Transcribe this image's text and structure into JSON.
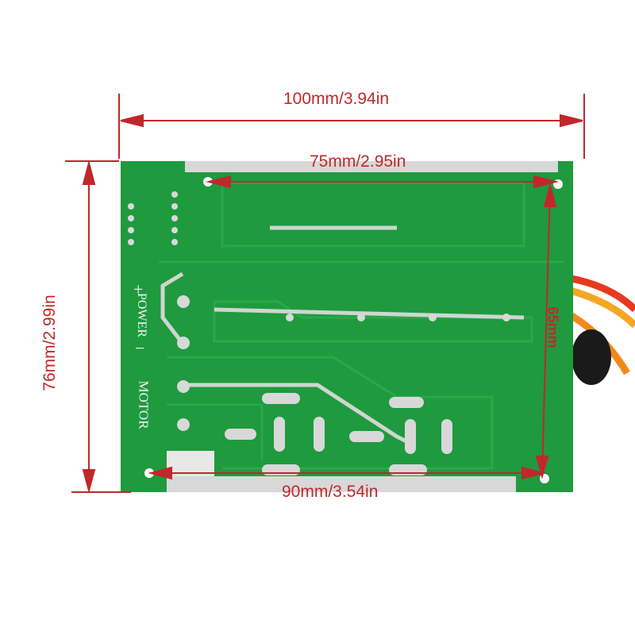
{
  "image": {
    "subject": "pcb-board",
    "colors": {
      "board": "#1f9a3e",
      "trace": "#2aa84a",
      "dimension": "#c0282a",
      "background": "#ffffff"
    }
  },
  "dimensions": {
    "overall_width": "100mm/3.94in",
    "hole_spacing_top": "75mm/2.95in",
    "hole_spacing_bottom": "90mm/3.54in",
    "overall_height": "76mm/2.99in",
    "hole_spacing_vertical": "65mm"
  },
  "silkscreen": {
    "power": "POWER",
    "motor": "MOTOR",
    "plus": "+",
    "minus": "−"
  }
}
